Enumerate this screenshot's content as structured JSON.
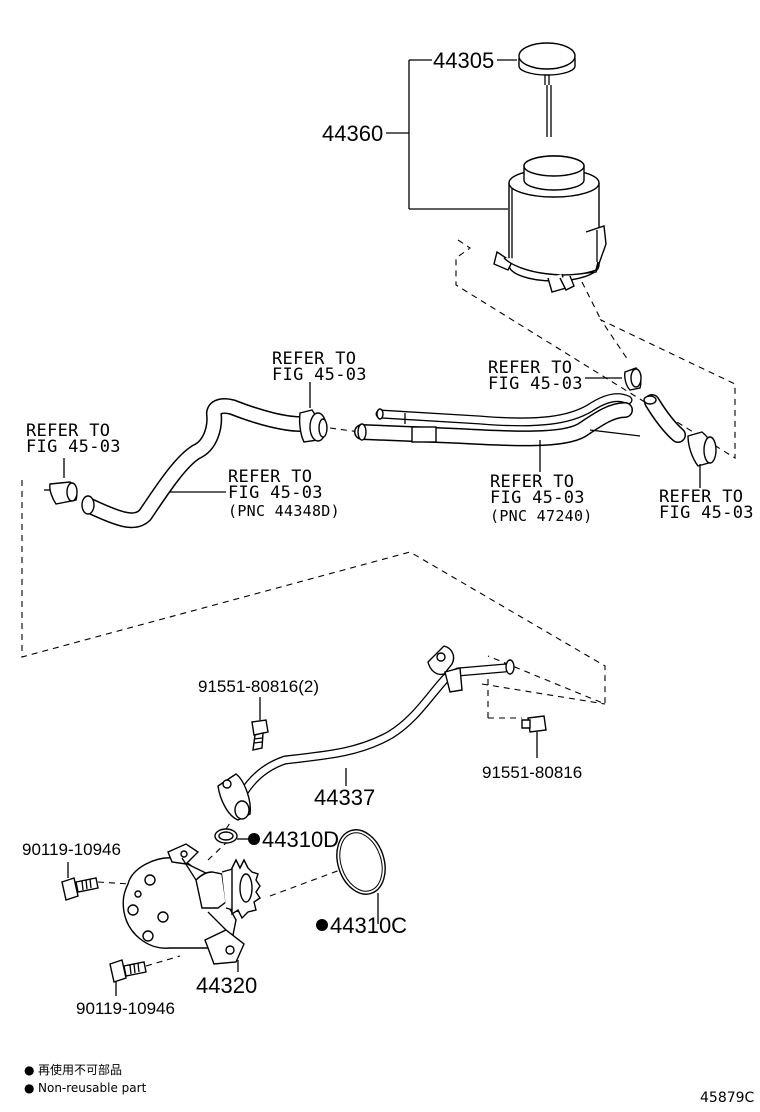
{
  "parts": {
    "cap": "44305",
    "reservoir": "44360",
    "tube": "44337",
    "pump": "44320",
    "gasket_d": "44310D",
    "oring_c": "44310C",
    "bolt_tube_top": "91551-80816(2)",
    "bolt_tube_right": "91551-80816",
    "bolt_pump_top": "90119-10946",
    "bolt_pump_bottom": "90119-10946"
  },
  "refs": {
    "refer_to": "REFER TO",
    "fig": "FIG 45-03",
    "pnc_hose_left": "(PNC 44348D)",
    "pnc_hose_right": "(PNC 47240)"
  },
  "legend": {
    "bullet": "●",
    "japanese": "再使用不可部品",
    "english": "Non-reusable part"
  },
  "diagram_code": "45879C"
}
